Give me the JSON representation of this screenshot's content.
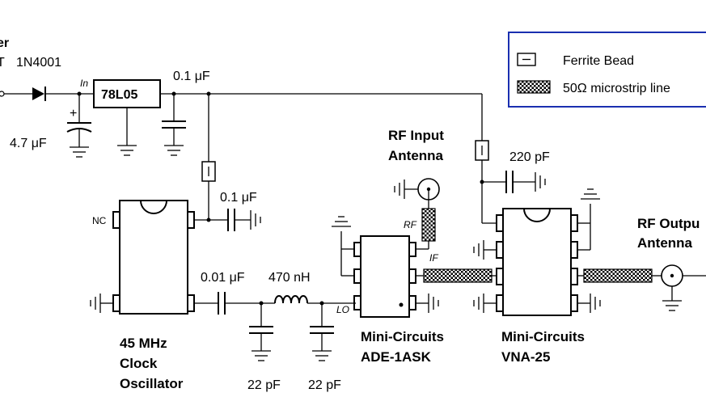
{
  "diagram": {
    "power": {
      "label_top": "er",
      "label_sub": "T"
    },
    "diode": "1N4001",
    "regulator": {
      "label": "78L05",
      "pin_in": "In"
    },
    "caps": {
      "c_reg_out": "0.1 μF",
      "c_in": "4.7 μF",
      "c_osc": "0.1 μF",
      "c_couple": "0.01 μF",
      "c_220": "220 pF",
      "c_f1": "22 pF",
      "c_f2": "22 pF",
      "c_plus": "+"
    },
    "inductor": "470 nH",
    "oscillator": {
      "pin_nc": "NC",
      "title": [
        "45 MHz",
        "Clock",
        "Oscillator"
      ]
    },
    "mixer": {
      "pin_rf": "RF",
      "pin_if": "IF",
      "pin_lo": "LO",
      "title": [
        "Mini-Circuits",
        "ADE-1ASK"
      ]
    },
    "amp": {
      "title": [
        "Mini-Circuits",
        "VNA-25"
      ]
    },
    "rf_input": [
      "RF Input",
      "Antenna"
    ],
    "rf_output": [
      "RF Outpu",
      "Antenna"
    ],
    "legend": {
      "ferrite": "Ferrite Bead",
      "microstrip": "50Ω microstrip line"
    }
  }
}
